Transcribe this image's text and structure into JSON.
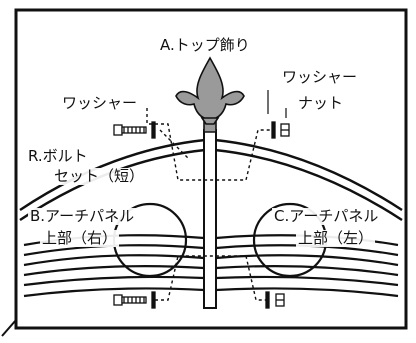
{
  "labels": {
    "top_ornament": "A.トップ飾り",
    "washer_left": "ワッシャー",
    "washer_right": "ワッシャー",
    "nut": "ナット",
    "bolt_set_line1": "R.ボルト",
    "bolt_set_line2": "セット（短）",
    "panel_b_line1": "B.アーチパネル",
    "panel_b_line2": "上部（右）",
    "panel_c_line1": "C.アーチパネル",
    "panel_c_line2": "上部（左）"
  },
  "colors": {
    "line": "#111111",
    "ornament_fill": "#9a9a9a",
    "background": "#ffffff"
  }
}
